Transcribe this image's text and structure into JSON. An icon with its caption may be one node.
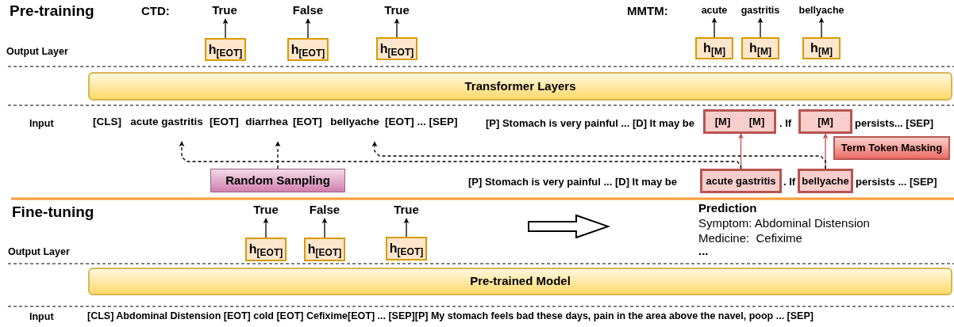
{
  "diagram": {
    "nodes": [
      {
        "text": [
          "h$_{[EOT]}$"
        ]
      },
      {
        "text": [
          "h$_{[EOT]}$"
        ]
      },
      {
        "text": [
          "h$_{[EOT]}$"
        ]
      },
      {
        "text": [
          "h$_{[M]}$"
        ]
      },
      {
        "text": [
          "h$_{[M]}$"
        ]
      },
      {
        "text": [
          "h$_{[M]}$"
        ]
      },
      {
        "text": [
          "True"
        ]
      },
      {
        "text": [
          "False"
        ]
      },
      {
        "text": [
          "True"
        ]
      },
      {
        "text": [
          "acute"
        ]
      },
      {
        "text": [
          "gastritis"
        ]
      },
      {
        "text": [
          "bellyache"
        ]
      },
      {
        "text": [
          "Transformer Layers"
        ]
      },
      {
        "text": [
          "[M]",
          "[M]"
        ]
      },
      {
        "text": [
          "[M]"
        ]
      },
      {
        "text": [
          "Term Token Masking"
        ]
      },
      {
        "text": [
          "Random Sampling"
        ]
      },
      {
        "text": [
          "acute gastritis"
        ]
      },
      {
        "text": [
          "bellyache"
        ]
      },
      {
        "text": [
          "h$_{[EOT]}$"
        ]
      },
      {
        "text": [
          "h$_{[EOT]}$"
        ]
      },
      {
        "text": [
          "h$_{[EOT]}$"
        ]
      },
      {
        "text": [
          "True"
        ]
      },
      {
        "text": [
          "False"
        ]
      },
      {
        "text": [
          "True"
        ]
      },
      {
        "text": [
          "Pre-trained Model"
        ]
      },
      {
        "text": [
          "acute gastritis"
        ]
      },
      {
        "text": [
          "diarrhea"
        ]
      },
      {
        "text": [
          "bellyache"
        ]
      }
    ],
    "edges": [
      {
        "from": 0,
        "to": 6,
        "arrow": "to"
      },
      {
        "from": 1,
        "to": 7,
        "arrow": "to"
      },
      {
        "from": 2,
        "to": 8,
        "arrow": "to"
      },
      {
        "from": 3,
        "to": 9,
        "arrow": "to"
      },
      {
        "from": 4,
        "to": 10,
        "arrow": "to"
      },
      {
        "from": 5,
        "to": 11,
        "arrow": "to"
      },
      {
        "from": 17,
        "to": 13,
        "arrow": "to",
        "color": "#b85450"
      },
      {
        "from": 18,
        "to": 14,
        "arrow": "to",
        "color": "#b85450"
      },
      {
        "from": 16,
        "to": 27,
        "arrow": "to",
        "style": "dashed"
      },
      {
        "from": 17,
        "to": 26,
        "arrow": "to",
        "style": "dashed"
      },
      {
        "from": 18,
        "to": 28,
        "arrow": "to",
        "style": "dashed"
      },
      {
        "from": 19,
        "to": 22,
        "arrow": "to"
      },
      {
        "from": 20,
        "to": 23,
        "arrow": "to"
      },
      {
        "from": 21,
        "to": 24,
        "arrow": "to"
      }
    ],
    "labels": [
      "Pre-training",
      "CTD:",
      "MMTM:",
      "Output Layer",
      "Input",
      "[CLS]",
      "[EOT]",
      "[EOT]",
      "[EOT] ... [SEP]",
      "[P] Stomach is very painful ... [D] It may be",
      ". If",
      "persists... [SEP]",
      "[P] Stomach is very painful ... [D] It may be",
      ". If",
      "persists ... [SEP]",
      "Fine-tuning",
      "Prediction",
      "Symptom: Abdominal Distension",
      "Medicine:  Cefixime",
      "...",
      "Output Layer",
      "Input",
      "[CLS] Abdominal Distension [EOT] cold [EOT] Cefixime[EOT] ... [SEP][P] My stomach feels bad these days, pain in the area above the navel, poop ... [SEP]"
    ]
  }
}
